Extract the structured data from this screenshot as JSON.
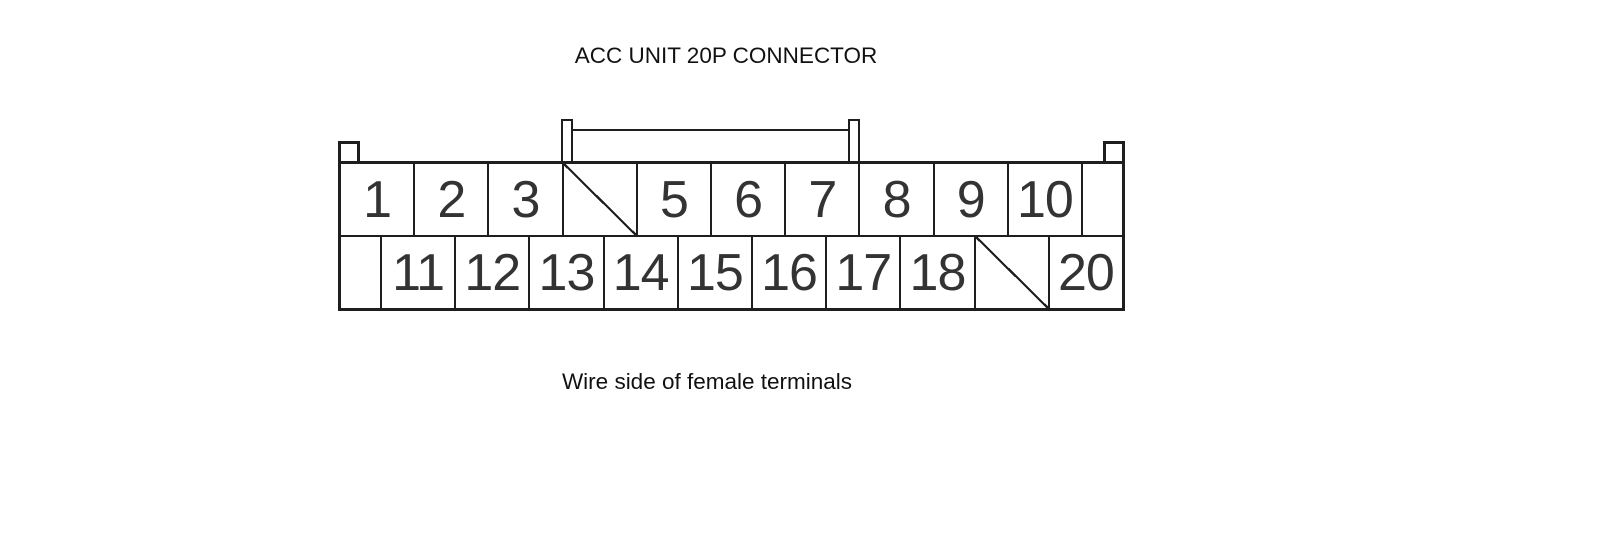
{
  "title": "ACC UNIT 20P CONNECTOR",
  "caption": "Wire side of female terminals",
  "connector": {
    "description": "20-pin connector pinout, wire side of female terminals",
    "top_row": [
      {
        "type": "pin",
        "label": "1"
      },
      {
        "type": "pin",
        "label": "2"
      },
      {
        "type": "pin",
        "label": "3"
      },
      {
        "type": "nc",
        "label": ""
      },
      {
        "type": "pin",
        "label": "5"
      },
      {
        "type": "pin",
        "label": "6"
      },
      {
        "type": "pin",
        "label": "7"
      },
      {
        "type": "pin",
        "label": "8"
      },
      {
        "type": "pin",
        "label": "9"
      },
      {
        "type": "pin",
        "label": "10"
      },
      {
        "type": "spacer",
        "label": ""
      }
    ],
    "bottom_row": [
      {
        "type": "spacer",
        "label": ""
      },
      {
        "type": "pin",
        "label": "11"
      },
      {
        "type": "pin",
        "label": "12"
      },
      {
        "type": "pin",
        "label": "13"
      },
      {
        "type": "pin",
        "label": "14"
      },
      {
        "type": "pin",
        "label": "15"
      },
      {
        "type": "pin",
        "label": "16"
      },
      {
        "type": "pin",
        "label": "17"
      },
      {
        "type": "pin",
        "label": "18"
      },
      {
        "type": "nc",
        "label": ""
      },
      {
        "type": "pin",
        "label": "20"
      }
    ]
  },
  "colors": {
    "line": "#1e1e1e",
    "text": "#111111",
    "background": "#ffffff"
  }
}
